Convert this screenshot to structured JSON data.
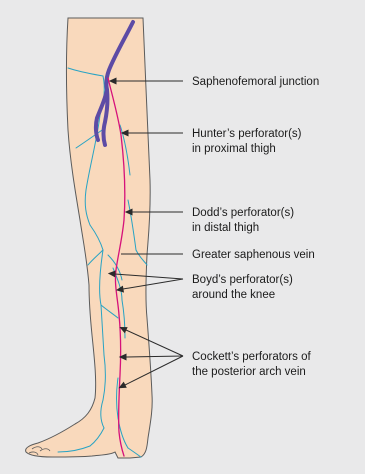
{
  "colors": {
    "panel": "#e9e9ea",
    "skin": "#f9d9bc",
    "outline": "#5b5b5b",
    "tributary_vein": "#28a3c4",
    "deep_vein": "#5d4ba5",
    "saphenous_vein": "#d6127a",
    "pointer": "#2b2b2b"
  },
  "labels": {
    "saphenofemoral": "Saphenofemoral junction",
    "hunter_1": "Hunter’s perforator(s)",
    "hunter_2": "in proximal thigh",
    "dodd_1": "Dodd’s perforator(s)",
    "dodd_2": "in distal thigh",
    "greater_saphenous": "Greater saphenous vein",
    "boyd_1": "Boyd’s perforator(s)",
    "boyd_2": "around the knee",
    "cockett_1": "Cockett’s perforators of",
    "cockett_2": "the posterior arch vein"
  }
}
